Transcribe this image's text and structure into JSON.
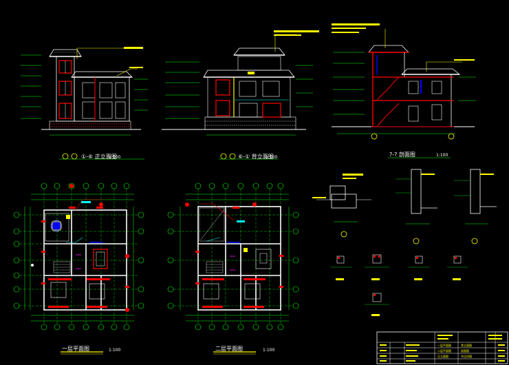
{
  "drawing": {
    "colors": {
      "background": "#000000",
      "grid_axis": "#00ff00",
      "dimension": "#00ff00",
      "wall": "#ffffff",
      "window": "#ffffff",
      "highlight_red": "#ff0000",
      "highlight_yellow": "#ffff00",
      "highlight_cyan": "#00ffff",
      "highlight_magenta": "#ff00ff",
      "highlight_blue": "#0000ff"
    },
    "views": {
      "front_elevation": {
        "title": "①-⑥ 正立面图",
        "scale": "1:100"
      },
      "back_elevation": {
        "title": "⑥-① 背立面图",
        "scale": "1:100"
      },
      "section": {
        "title": "?-? 剖面图",
        "scale": "1:100"
      },
      "floor1_plan": {
        "title": "一层平面图",
        "scale": "1:100"
      },
      "floor2_plan": {
        "title": "二层平面图",
        "scale": "1:100"
      }
    },
    "title_block": {
      "rows": [
        "一层平面图",
        "二层平面图",
        "正立面图",
        "背立面图",
        "剖面图",
        "节点详图"
      ]
    }
  }
}
